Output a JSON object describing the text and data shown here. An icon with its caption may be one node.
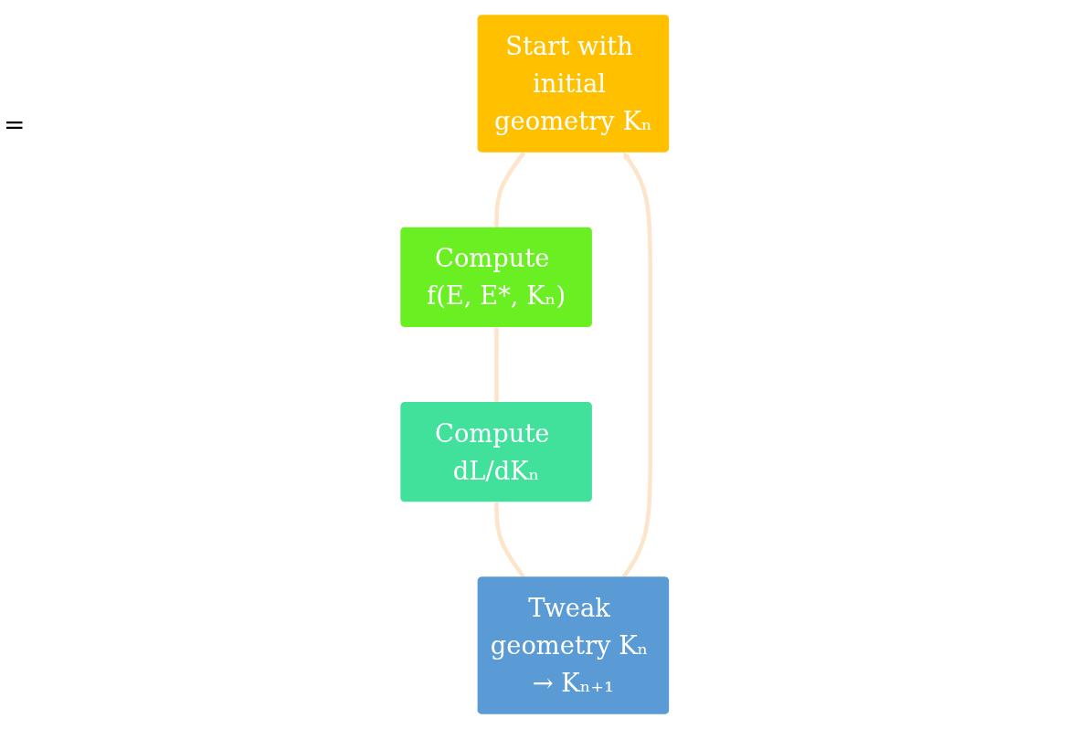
{
  "diagram": {
    "nodes": [
      {
        "text": [
          "Start with initial geometry Kₙ"
        ]
      },
      {
        "text": [
          "Compute f(E, E*, Kₙ)"
        ]
      },
      {
        "text": [
          "Compute dL/dKₙ"
        ]
      },
      {
        "text": [
          "Tweak geometry Kₙ → Kₙ₊₁"
        ]
      }
    ],
    "edges": [
      {
        "from": 0,
        "to": 1,
        "arrow": "none"
      },
      {
        "from": 1,
        "to": 2,
        "arrow": "none"
      },
      {
        "from": 2,
        "to": 3,
        "arrow": "none"
      },
      {
        "from": 3,
        "to": 0,
        "arrow": "to"
      }
    ],
    "labels": [
      "="
    ]
  }
}
